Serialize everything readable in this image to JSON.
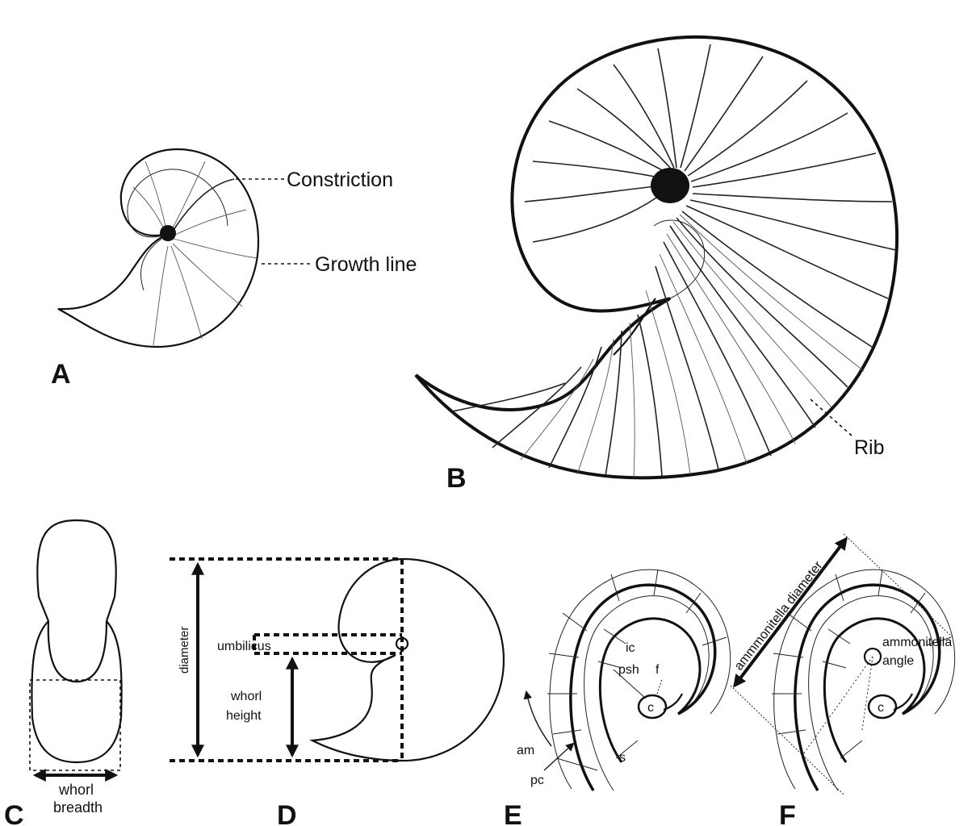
{
  "panels": {
    "A": {
      "letter": "A",
      "labels": {
        "constriction": "Constriction",
        "growth_line": "Growth line"
      }
    },
    "B": {
      "letter": "B",
      "labels": {
        "rib": "Rib"
      }
    },
    "C": {
      "letter": "C",
      "labels": {
        "whorl_breadth_1": "whorl",
        "whorl_breadth_2": "breadth"
      }
    },
    "D": {
      "letter": "D",
      "labels": {
        "diameter": "diameter",
        "umbilicus": "umbilicus",
        "whorl_height_1": "whorl",
        "whorl_height_2": "height"
      }
    },
    "E": {
      "letter": "E",
      "labels": {
        "ic": "ic",
        "psh": "psh",
        "f": "f",
        "c": "c",
        "am": "am",
        "pc": "pc",
        "s": "s"
      }
    },
    "F": {
      "letter": "F",
      "labels": {
        "ammonitella_diameter": "ammmonitella diameter",
        "ammonitella_angle_1": "ammonitella",
        "ammonitella_angle_2": "angle",
        "c": "c"
      }
    }
  }
}
